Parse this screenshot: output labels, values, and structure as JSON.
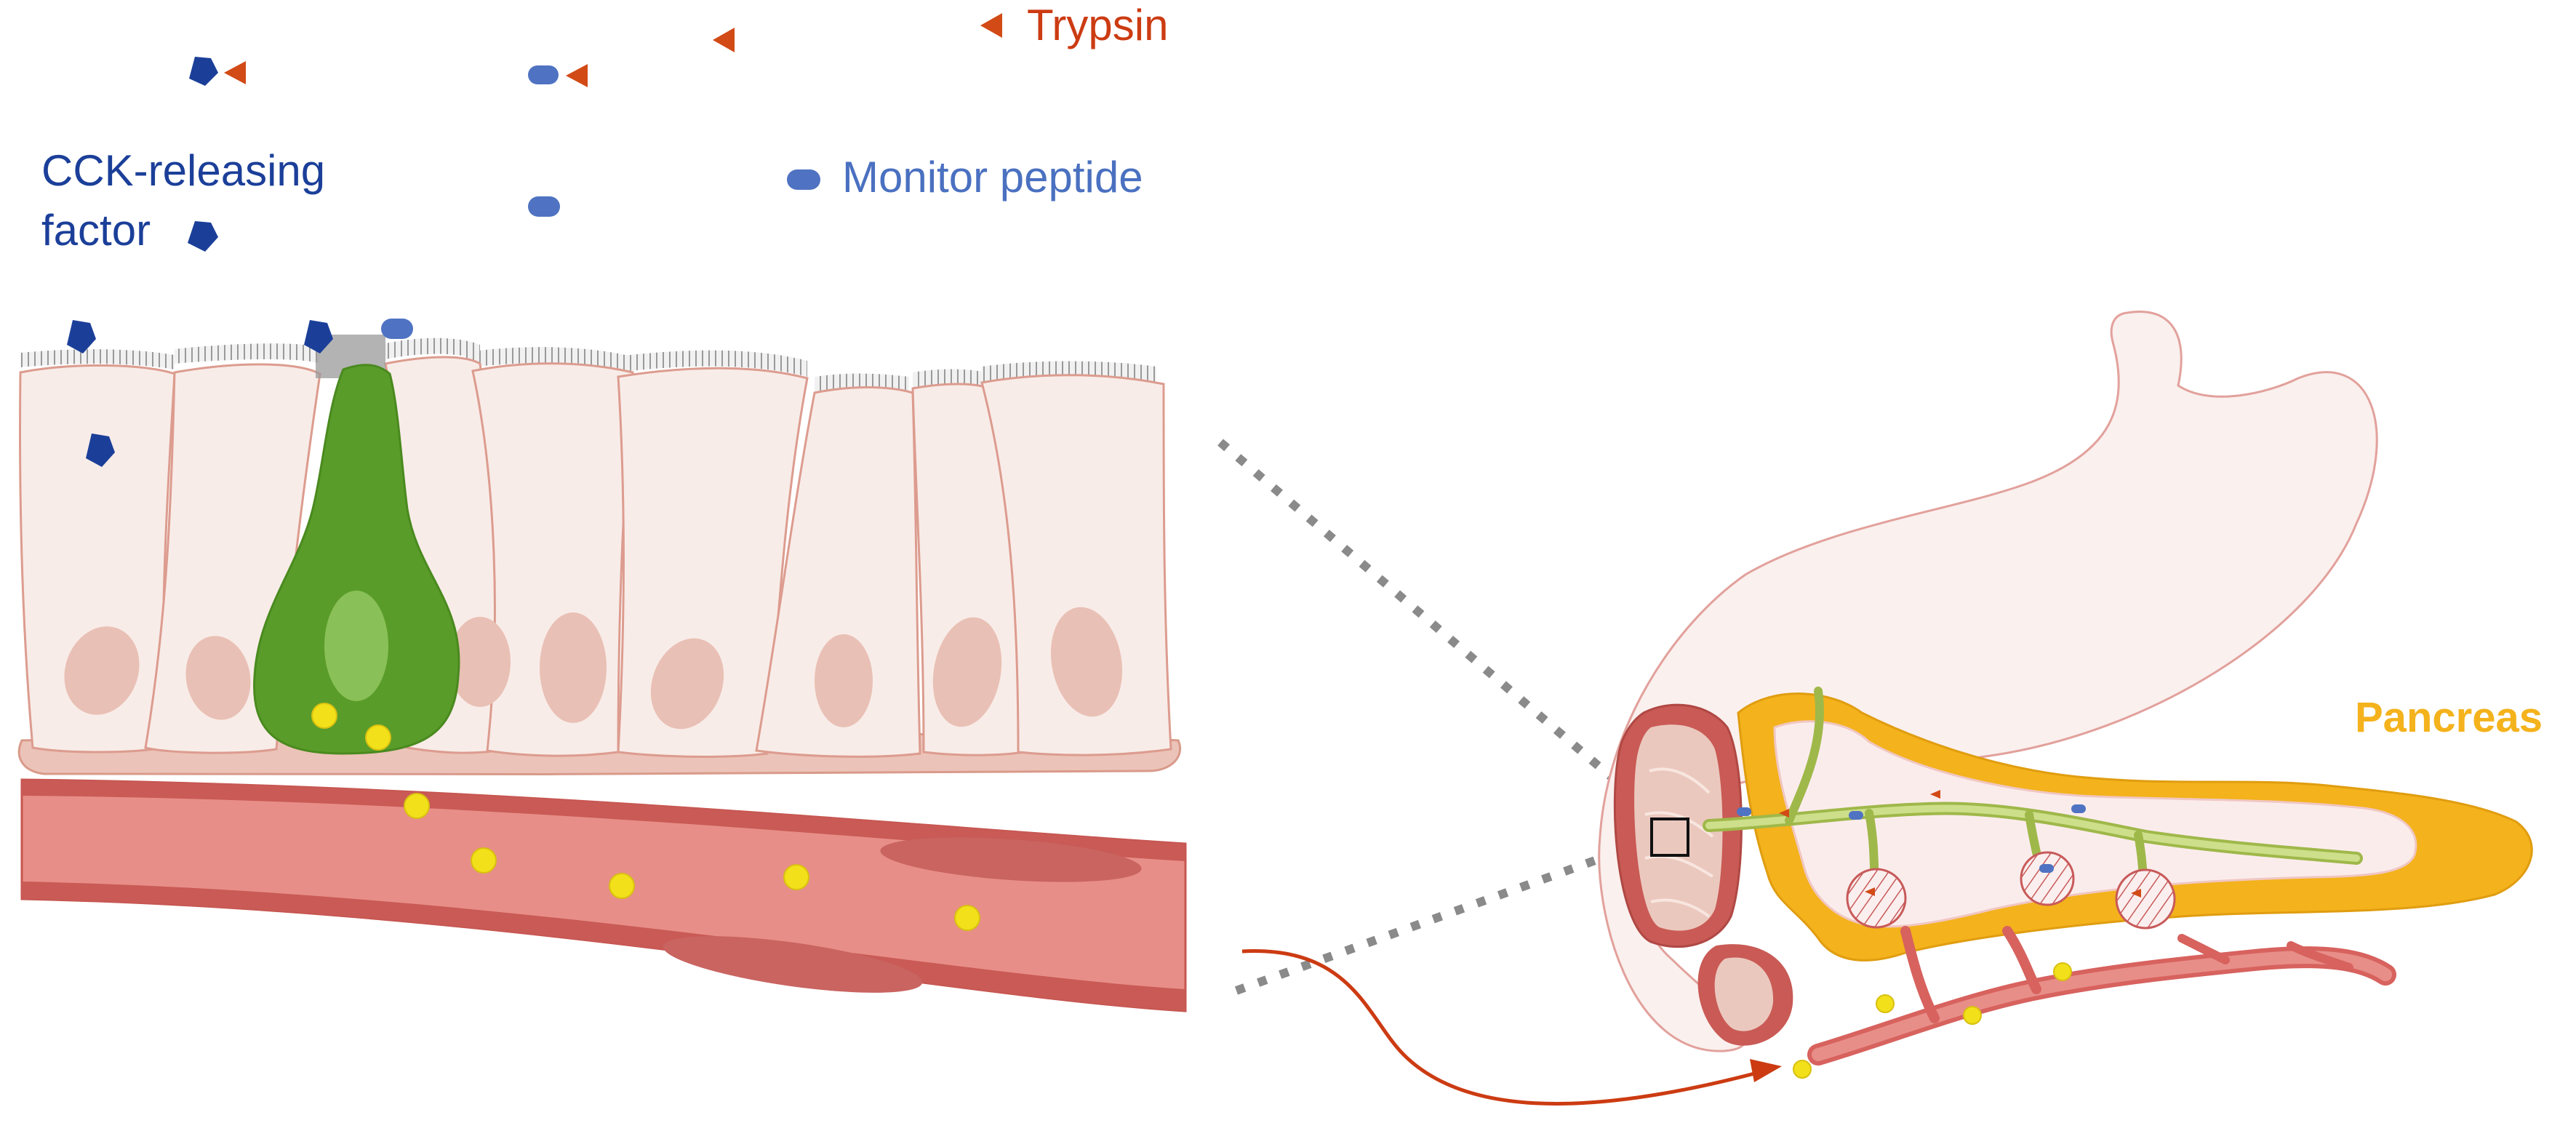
{
  "labels": {
    "trypsin": "Trypsin",
    "cck_releasing_factor": "CCK-releasing\nfactor",
    "monitor_peptide": "Monitor peptide",
    "pancreas": "Pancreas"
  },
  "colors": {
    "trypsin": "#d24a16",
    "cck_releasing_factor": "#1b3f99",
    "monitor_peptide": "#4f73c2",
    "i_cell": "#5a9c2a",
    "cck": "#f2e01a",
    "blood_vessel": "#d7625e",
    "epithelium": "#f8ece8",
    "pancreas": "#f4b21c",
    "duct": "#b9d16a",
    "stomach": "#faf0ee"
  }
}
